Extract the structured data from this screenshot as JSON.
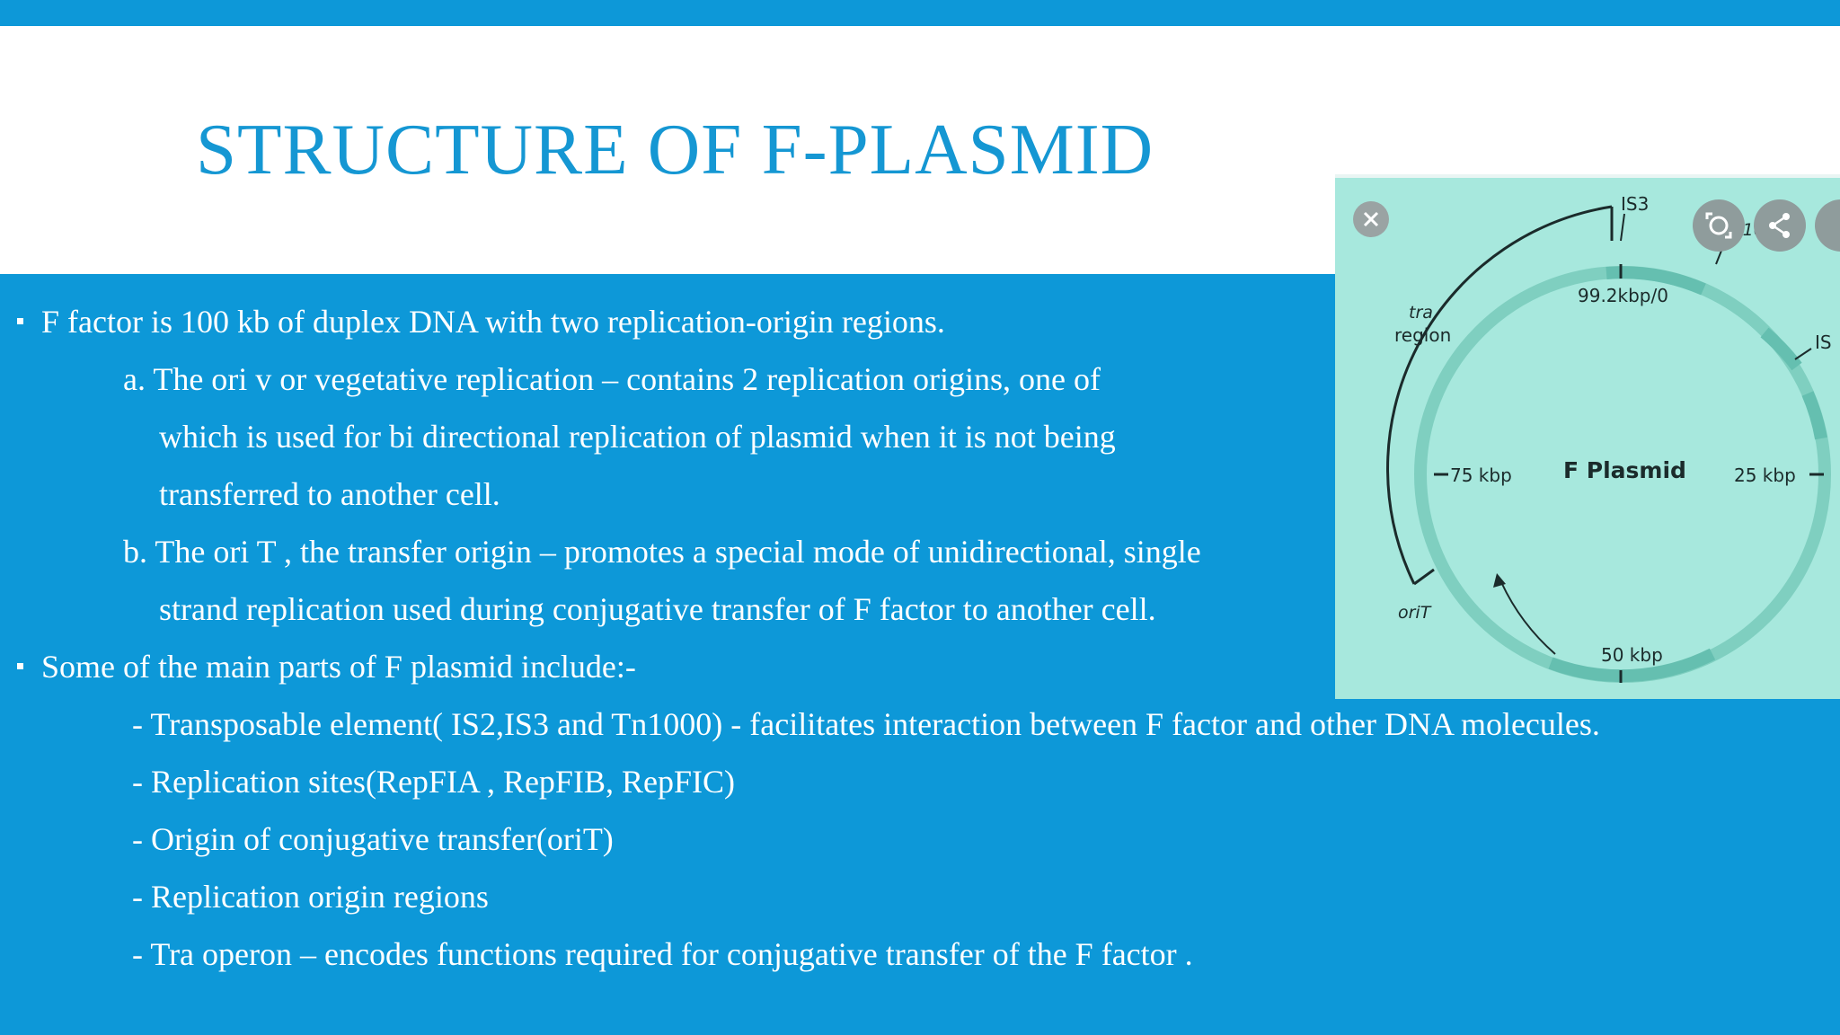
{
  "slide": {
    "title": "STRUCTURE OF F-PLASMID",
    "bullets": [
      {
        "text": "F factor is 100 kb of duplex DNA with two replication-origin regions."
      },
      {
        "text": "Some of the main parts of F plasmid include:-"
      }
    ],
    "sub_a": {
      "line1": "a. The ori v or vegetative replication – contains 2 replication origins, one of",
      "line2": "which is used for bi directional replication of plasmid when it is not being",
      "line3": "transferred to another cell."
    },
    "sub_b": {
      "line1": "b. The ori T , the transfer origin – promotes a special mode of unidirectional, single",
      "line2": "strand replication used during conjugative transfer of F factor to another cell."
    },
    "parts": [
      "- Transposable element( IS2,IS3 and Tn1000) -  facilitates interaction between F factor and other DNA molecules.",
      "- Replication sites(RepFIA , RepFIB, RepFIC)",
      "- Origin of conjugative transfer(oriT)",
      "- Replication origin regions",
      "- Tra operon – encodes functions required for conjugative transfer of the F factor ."
    ]
  },
  "image_panel": {
    "diagram": {
      "center_label": "F Plasmid",
      "mark_top": "99.2kbp/0",
      "mark_right": "25 kbp",
      "mark_bottom": "50 kbp",
      "mark_left": "75 kbp",
      "is3_label": "IS3",
      "tn1000_label": "Tn1000",
      "is_right_label": "IS",
      "tra_label_1": "tra",
      "tra_label_2": "region",
      "orit_label": "oriT"
    },
    "controls": [
      "close-icon",
      "lens-search-icon",
      "share-icon"
    ],
    "colors": {
      "panel_bg": "#a7e8dd",
      "ring": "#7fcfc0",
      "slide_blue": "#0d98d8",
      "title_blue": "#1597d3"
    }
  }
}
